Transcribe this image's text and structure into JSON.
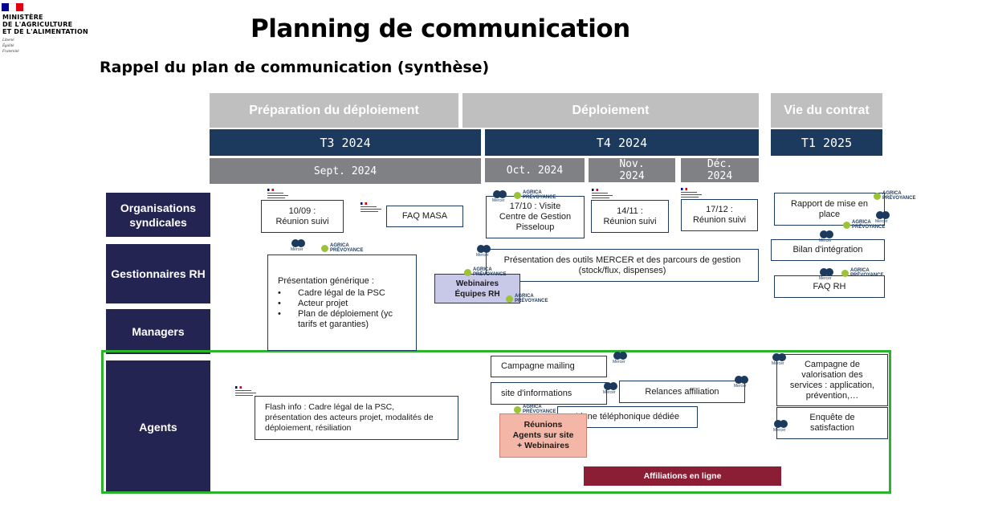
{
  "logo": {
    "lines": [
      "MINISTÈRE",
      "DE L'AGRICULTURE",
      "ET DE L'ALIMENTATION"
    ],
    "motto": [
      "Liberté",
      "Égalité",
      "Fraternité"
    ],
    "flag_colors": [
      "#000091",
      "#ffffff",
      "#e1000f"
    ]
  },
  "title": "Planning de communication",
  "subtitle": "Rappel du plan de communication (synthèse)",
  "phases": [
    "Préparation du déploiement",
    "Déploiement",
    "Vie du contrat"
  ],
  "quarters": [
    "T3 2024",
    "T4 2024",
    "T1 2025"
  ],
  "months": [
    "Sept. 2024",
    "Oct. 2024",
    "Nov.\n2024",
    "Déc.\n2024"
  ],
  "rows": [
    "Organisations syndicales",
    "Gestionnaires RH",
    "Managers",
    "Agents"
  ],
  "items": {
    "reunion_1009": "10/09 :\nRéunion suivi",
    "faq_masa": "FAQ MASA",
    "visite_1710": "17/10 : Visite\nCentre de Gestion\nPisseloup",
    "reunion_1411": "14/11 :\nRéunion suivi",
    "reunion_1712": "17/12 :\nRéunion suivi",
    "rapport": "Rapport de mise en\nplace",
    "bilan": "Bilan d'intégration",
    "faq_rh": "FAQ RH",
    "presentation_intro": "Présentation générique :",
    "presentation_bullets": [
      "Cadre légal de la PSC",
      "Acteur projet",
      "Plan de déploiement (yc tarifs et garanties)"
    ],
    "outils_mercer": "Présentation des outils MERCER et des parcours de gestion\n(stock/flux, dispenses)",
    "webinaires_rh": "Webinaires\nÉquipes RH",
    "flash_info": "Flash info : Cadre légal de la PSC,\nprésentation des acteurs projet, modalités de\ndéploiement, résiliation",
    "campagne_mailing": "Campagne mailing",
    "site_info": "site d'informations",
    "relances": "Relances affiliation",
    "ligne_tel": "Ligne téléphonique dédiée",
    "reunions_agents": "Réunions\nAgents sur site\n+  Webinaires",
    "affiliations": "Affiliations en ligne",
    "campagne_valo": "Campagne de\nvalorisation des\nservices : application,\nprévention,…",
    "enquete": "Enquête de\nsatisfaction"
  },
  "logos": {
    "mercer": "Mercer",
    "agrica": "AGRICA\nPRÉVOYANCE"
  },
  "colors": {
    "phase_gray": "#bfbfbf",
    "quarter_navy": "#1c3a5e",
    "month_gray": "#7f8185",
    "row_navy": "#232452",
    "highlight_green": "#2db22d",
    "reunions_salmon": "#f4b7a7",
    "affiliations_maroon": "#8b1d35",
    "webinaires_lavender": "#c8c8e8"
  }
}
